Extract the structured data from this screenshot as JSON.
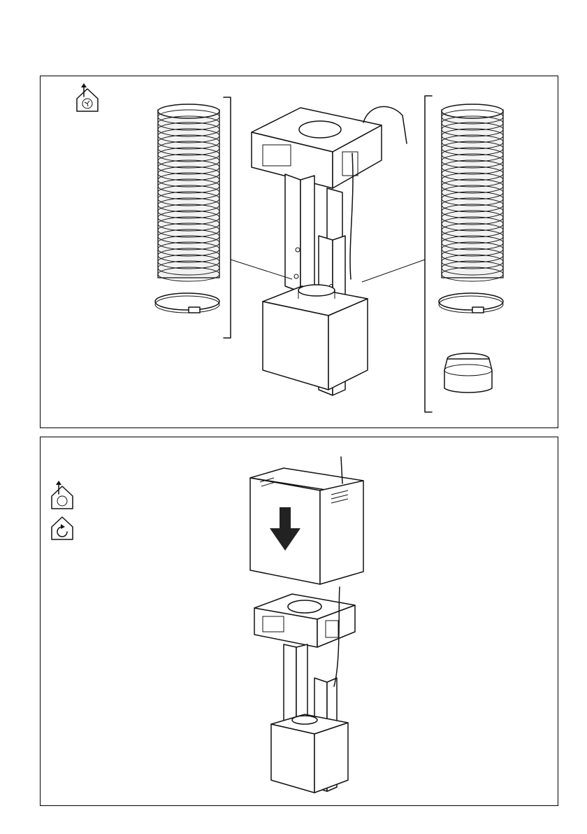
{
  "page": {
    "background": "#ffffff",
    "line_color": "#111111"
  },
  "panels": [
    {
      "name": "ducting-installation",
      "icons": [
        "ducted-extraction-icon"
      ],
      "parts": [
        "flexible-duct",
        "hose-clamp",
        "chimney-bracket",
        "telescopic-support",
        "motor-housing",
        "power-cable",
        "duct-reducer"
      ]
    },
    {
      "name": "chimney-cover-installation",
      "icons": [
        "ducted-extraction-icon",
        "recirculation-icon"
      ],
      "parts": [
        "chimney-cover",
        "down-arrow",
        "chimney-bracket",
        "telescopic-support",
        "motor-housing",
        "power-cable"
      ]
    }
  ]
}
